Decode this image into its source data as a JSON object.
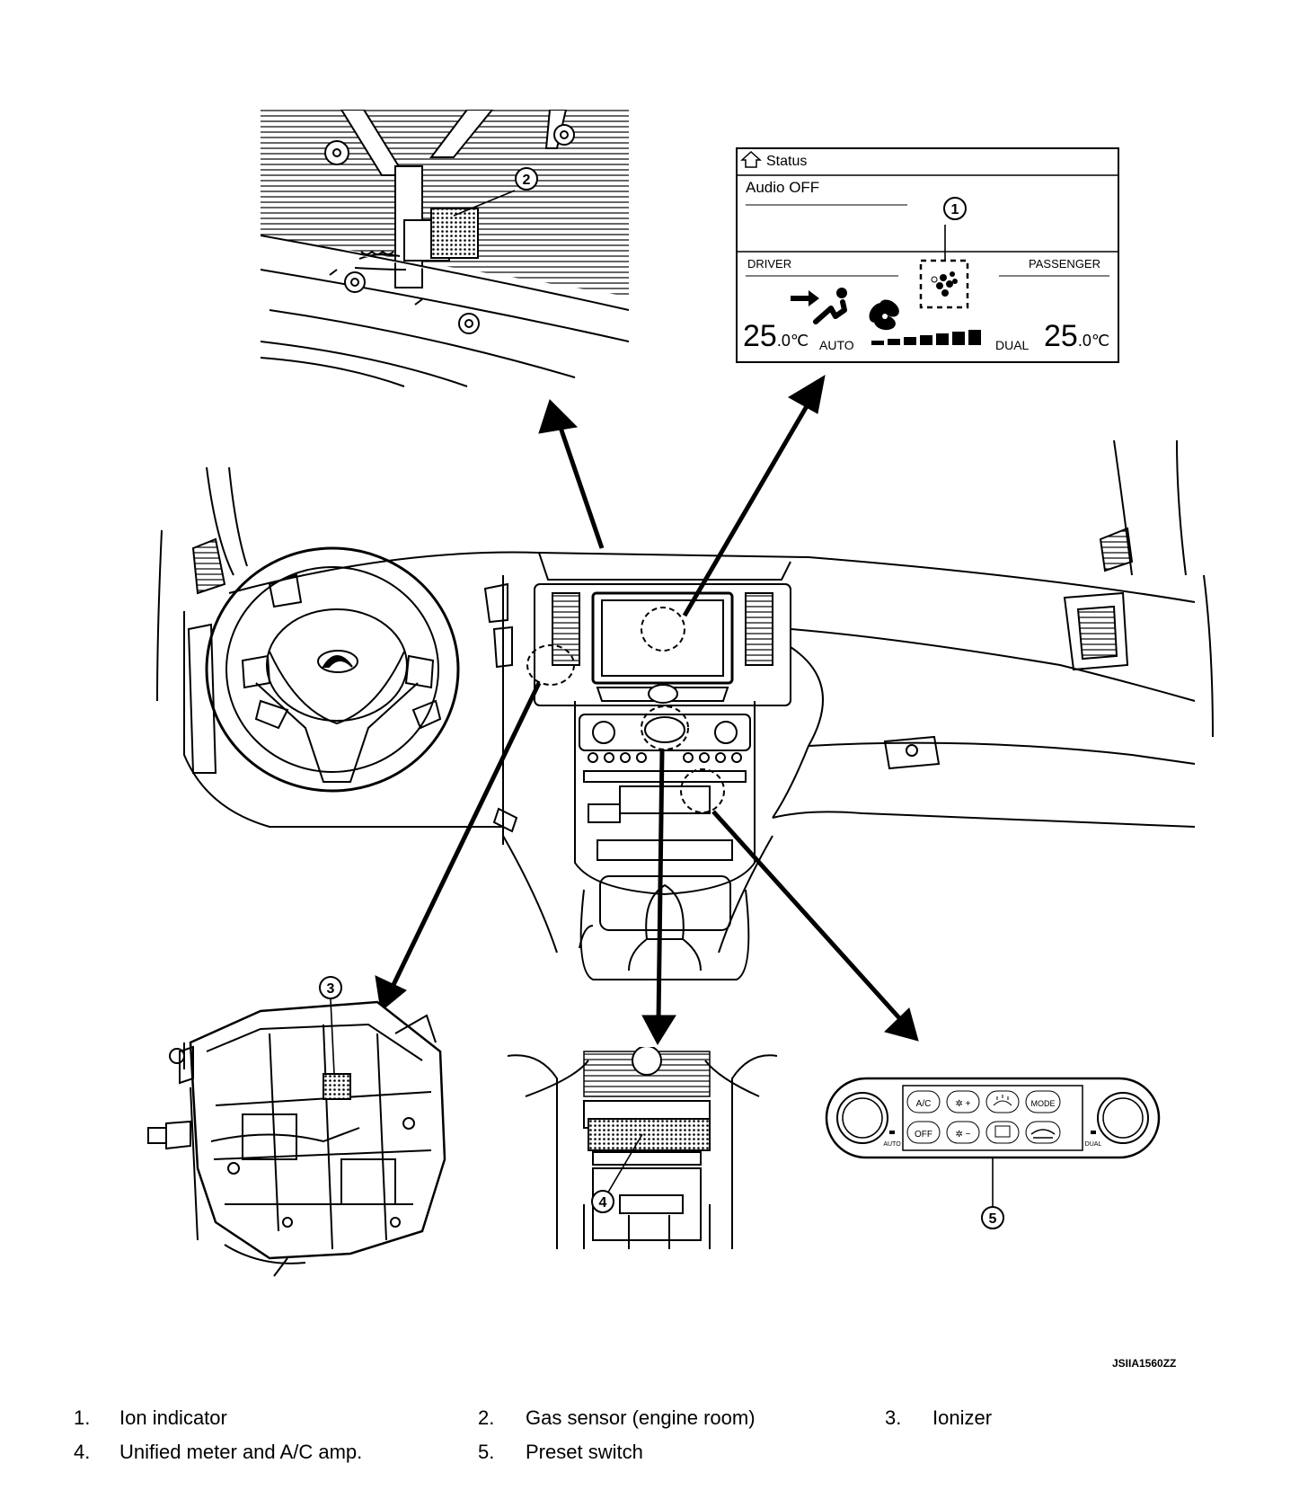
{
  "screen": {
    "status": "Status",
    "audio": "Audio OFF",
    "driver": "DRIVER",
    "passenger": "PASSENGER",
    "temp_left_big": "25",
    "temp_left_small": ".0℃",
    "auto": "AUTO",
    "dual": "DUAL",
    "temp_right_big": "25",
    "temp_right_small": ".0℃"
  },
  "callouts": [
    "1",
    "2",
    "3",
    "4",
    "5"
  ],
  "panel": {
    "ac": "A/C",
    "off": "OFF",
    "mode": "MODE",
    "fan_up": "✲ +",
    "fan_down": "✲ −",
    "left_sub": "AUTO",
    "right_sub": "DUAL"
  },
  "reference_code": "JSIIA1560ZZ",
  "legend": [
    {
      "num": "1.",
      "text": "Ion indicator"
    },
    {
      "num": "2.",
      "text": "Gas sensor (engine room)"
    },
    {
      "num": "3.",
      "text": "Ionizer"
    },
    {
      "num": "4.",
      "text": "Unified meter and A/C amp."
    },
    {
      "num": "5.",
      "text": "Preset switch"
    }
  ]
}
